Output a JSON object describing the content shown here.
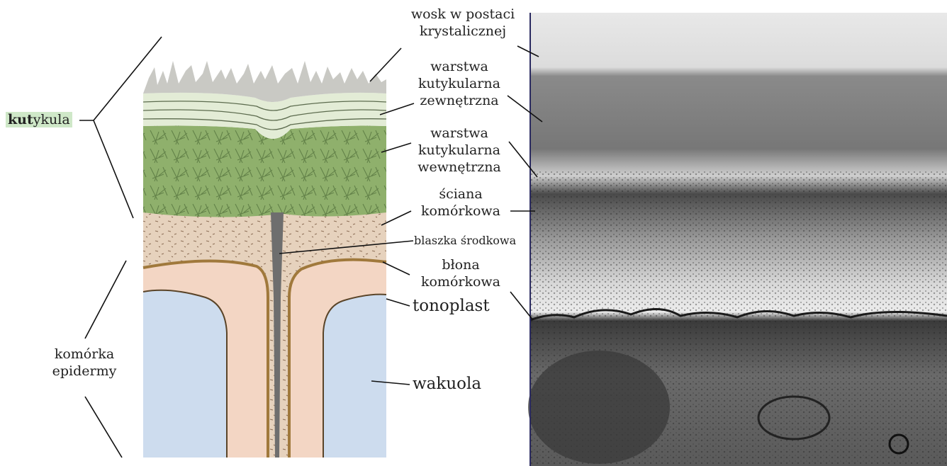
{
  "labels": {
    "cuticle_bold": "kut",
    "cuticle_rest": "ykula",
    "epidermal_cell_line1": "komórka",
    "epidermal_cell_line2": "epidermy",
    "wax_line1": "wosk w postaci",
    "wax_line2": "krystalicznej",
    "outer_cuticular_line1": "warstwa",
    "outer_cuticular_line2": "kutykularna",
    "outer_cuticular_line3": "zewnętrzna",
    "inner_cuticular_line1": "warstwa",
    "inner_cuticular_line2": "kutykularna",
    "inner_cuticular_line3": "wewnętrzna",
    "cell_wall_line1": "ściana",
    "cell_wall_line2": "komórkowa",
    "middle_lamella": "blaszka środkowa",
    "cell_membrane_line1": "błona",
    "cell_membrane_line2": "komórkowa",
    "tonoplast": "tonoplast",
    "vacuole": "wakuola"
  },
  "colors": {
    "wax": "#c9c9c4",
    "outer_cuticular": "#e3ecd6",
    "inner_cuticular": "#8fb06c",
    "cell_wall": "#e6d2bd",
    "cytoplasm": "#f3d6c4",
    "vacuole": "#cddcee",
    "middle_lamella": "#6e6e6e",
    "highlight": "#cfe8c8"
  }
}
